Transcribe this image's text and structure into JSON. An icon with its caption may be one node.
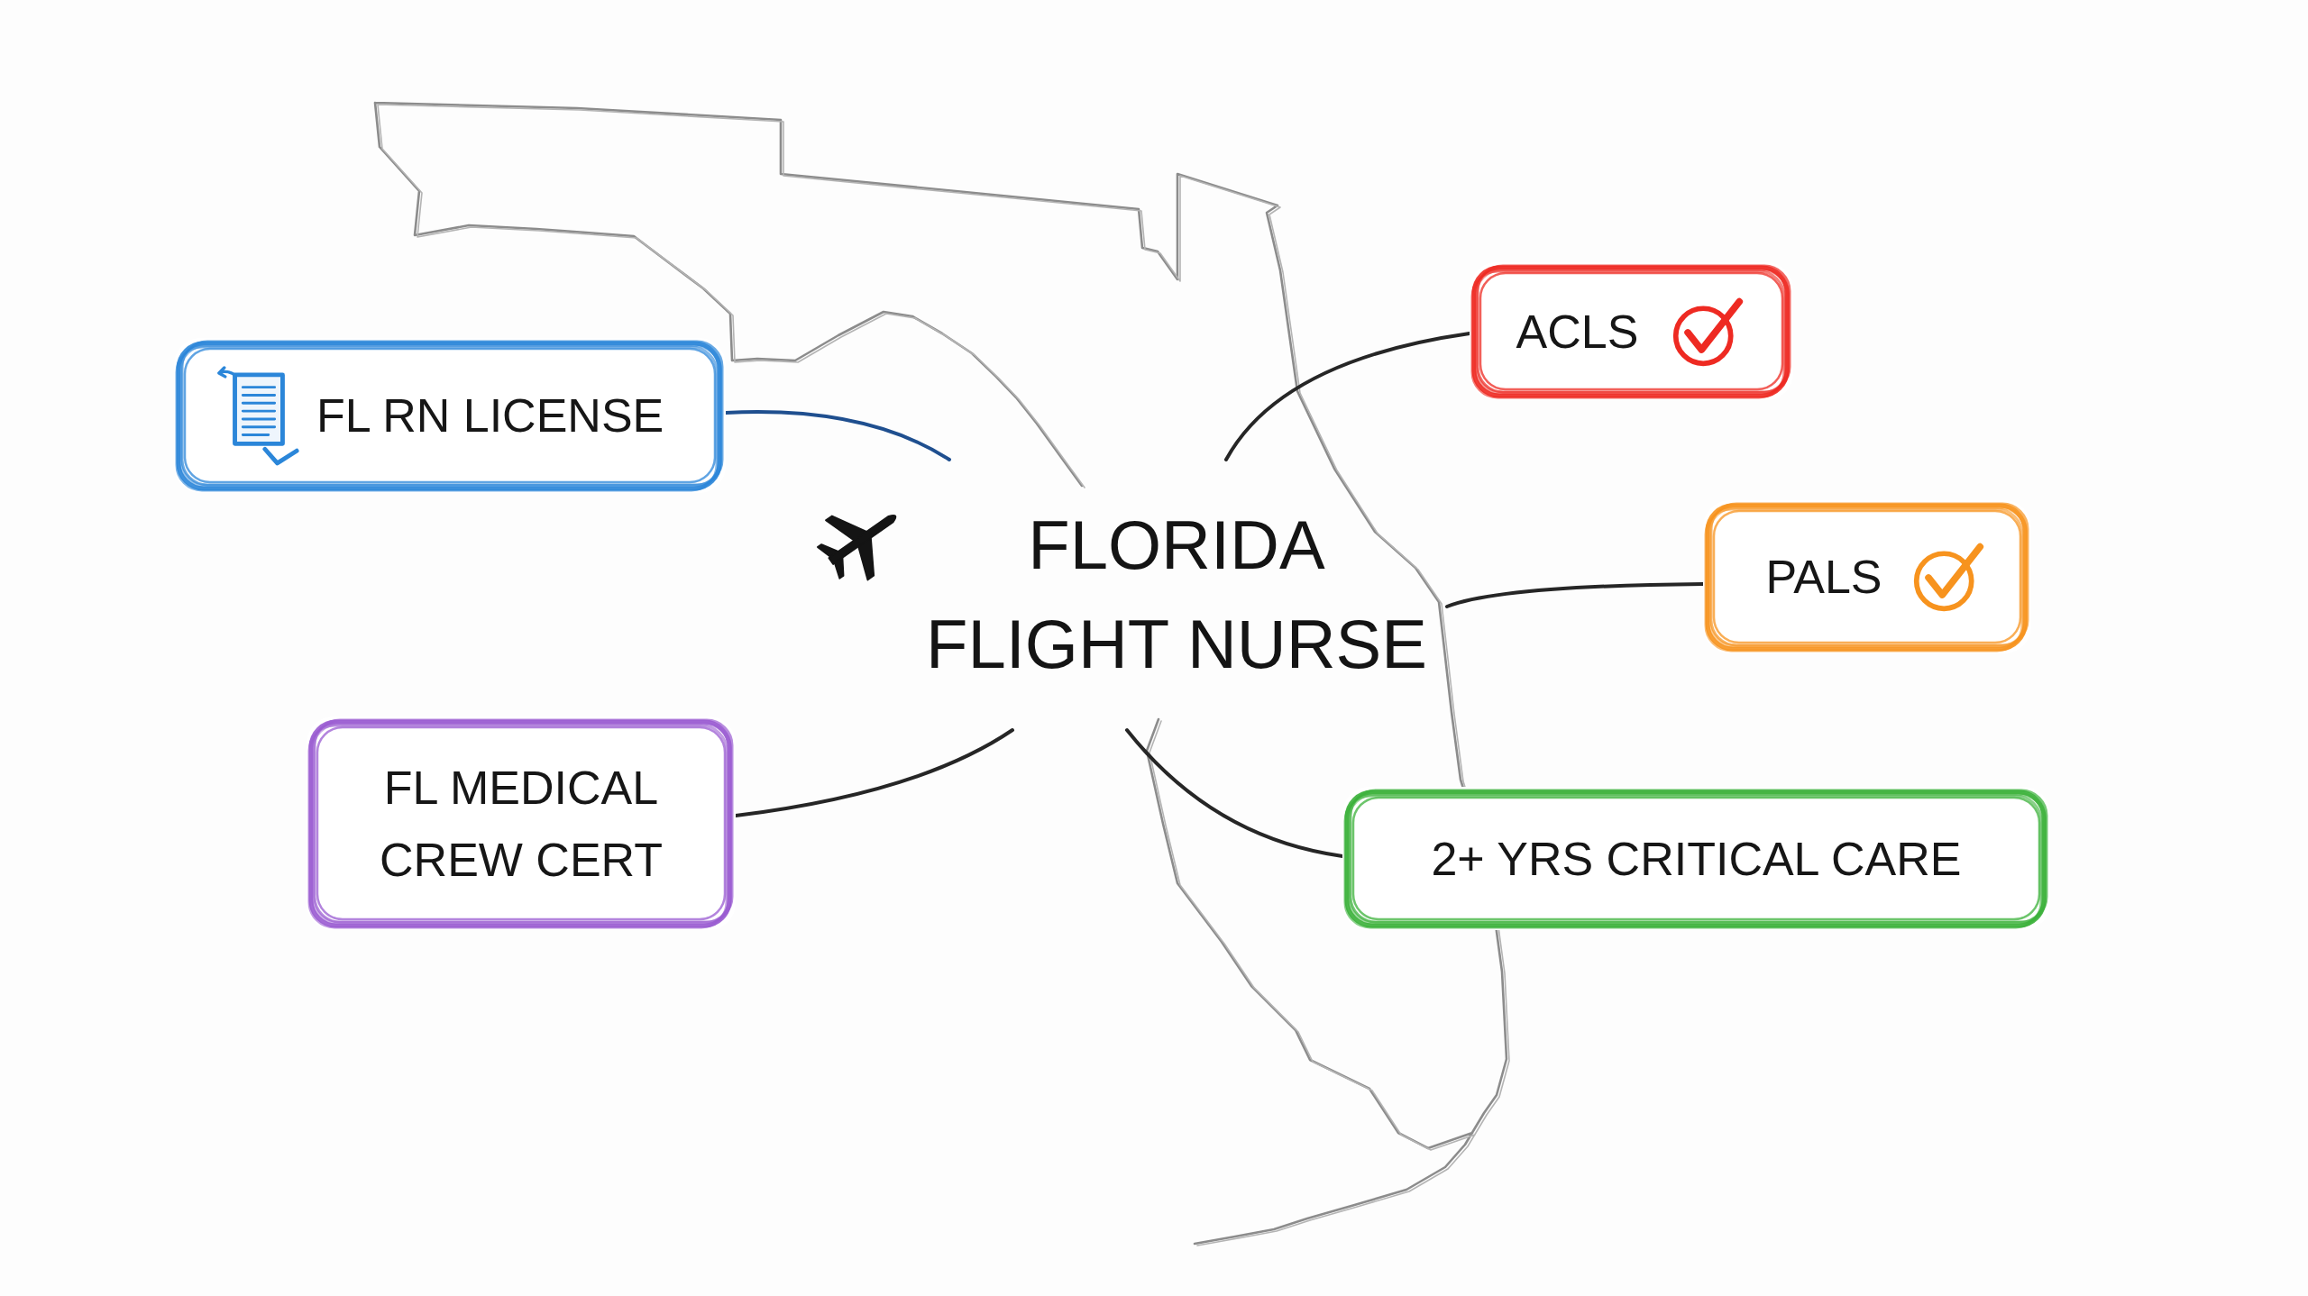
{
  "diagram": {
    "nodes": [
      {
        "text": [
          "FLORIDA FLIGHT NURSE"
        ]
      },
      {
        "text": [
          "FL RN LICENSE"
        ]
      },
      {
        "text": [
          "ACLS"
        ]
      },
      {
        "text": [
          "PALS"
        ]
      },
      {
        "text": [
          "FL MEDICAL CREW CERT"
        ]
      },
      {
        "text": [
          "2+ YRS CRITICAL CARE"
        ]
      }
    ],
    "edges": [
      {
        "from": 0,
        "to": 1,
        "arrow": "none",
        "color": "#1f4f8f"
      },
      {
        "from": 0,
        "to": 2,
        "arrow": "none"
      },
      {
        "from": 0,
        "to": 3,
        "arrow": "none"
      },
      {
        "from": 0,
        "to": 4,
        "arrow": "none"
      },
      {
        "from": 0,
        "to": 5,
        "arrow": "none"
      }
    ]
  }
}
